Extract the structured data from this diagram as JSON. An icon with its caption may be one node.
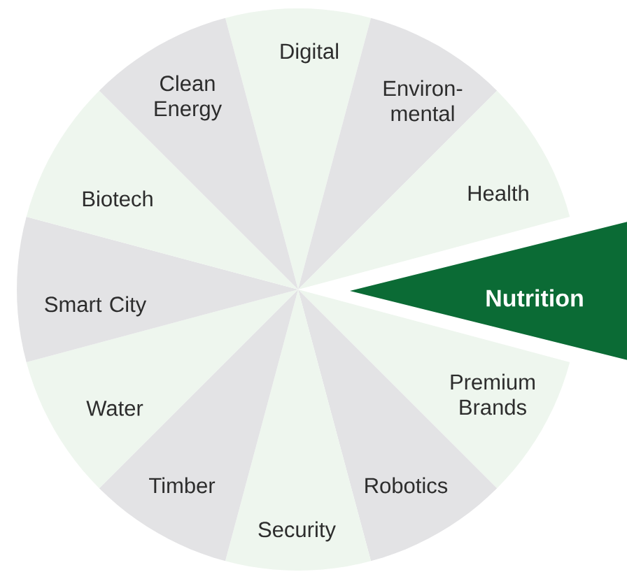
{
  "diagram": {
    "nodes": [
      {
        "text": [
          "Digital"
        ]
      },
      {
        "text": [
          "Environ- mental"
        ]
      },
      {
        "text": [
          "Health"
        ]
      },
      {
        "text": [
          "Nutrition"
        ]
      },
      {
        "text": [
          "Premium Brands"
        ]
      },
      {
        "text": [
          "Robotics"
        ]
      },
      {
        "text": [
          "Security"
        ]
      },
      {
        "text": [
          "Timber"
        ]
      },
      {
        "text": [
          "Water"
        ]
      },
      {
        "text": [
          "Smart City"
        ]
      },
      {
        "text": [
          "Biotech"
        ]
      },
      {
        "text": [
          "Clean Energy"
        ]
      }
    ]
  }
}
